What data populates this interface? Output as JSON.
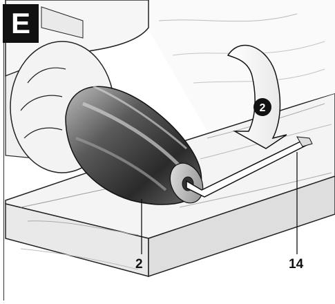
{
  "figure": {
    "badge_letter": "E",
    "step_marker": "2",
    "callouts": {
      "chuck": "2",
      "hex_key": "14"
    },
    "colors": {
      "badge_bg": "#111111",
      "chuck_dark": "#2a2a2a",
      "chuck_highlight": "#d9d9d9",
      "wood_fill": "#f2f2f2",
      "line": "#222222"
    }
  }
}
